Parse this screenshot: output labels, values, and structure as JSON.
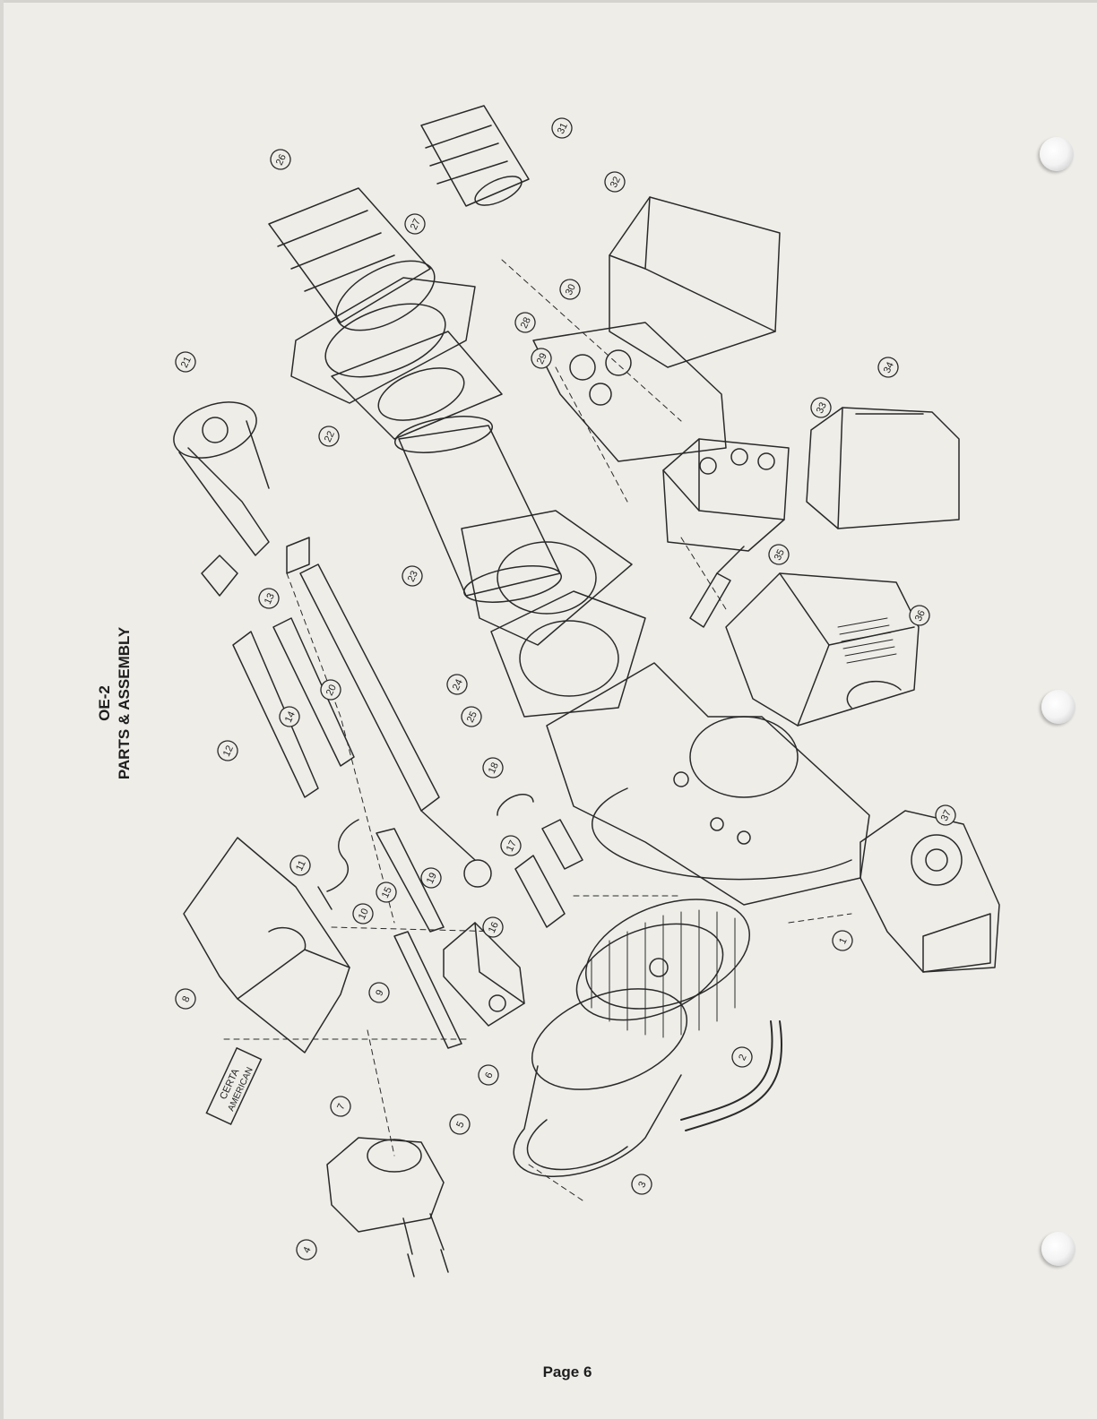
{
  "section": {
    "code": "OE-2",
    "title": "PARTS & ASSEMBLY"
  },
  "page_label": "Page 6",
  "brand_plate": {
    "line1": "CERTA",
    "line2": "AMERICAN"
  },
  "callouts": [
    "1",
    "2",
    "3",
    "4",
    "5",
    "6",
    "7",
    "8",
    "9",
    "10",
    "11",
    "12",
    "13",
    "14",
    "15",
    "16",
    "17",
    "18",
    "19",
    "20",
    "21",
    "22",
    "23",
    "24",
    "25",
    "26",
    "27",
    "28",
    "29",
    "30",
    "31",
    "32",
    "33",
    "34",
    "35",
    "36",
    "37"
  ]
}
